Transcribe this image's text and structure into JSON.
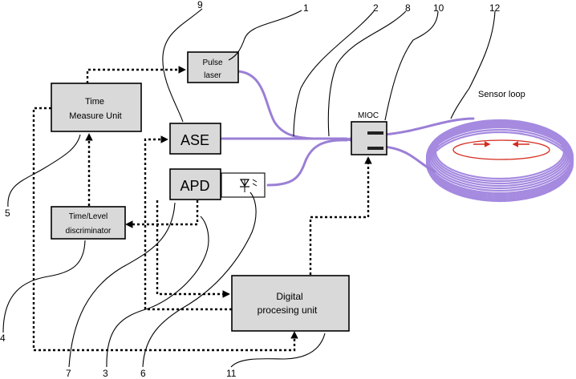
{
  "blocks": {
    "pulse_laser": {
      "line1": "Pulse",
      "line2": "laser"
    },
    "time_measure": {
      "line1": "Time",
      "line2": "Measure Unit"
    },
    "ase": {
      "label": "ASE"
    },
    "apd": {
      "label": "APD"
    },
    "discriminator": {
      "line1": "Time/Level",
      "line2": "discriminator"
    },
    "dpu": {
      "line1": "Digital",
      "line2": "procesing unit"
    },
    "mioc": {
      "label": "MIOC"
    },
    "sensor_loop": {
      "label": "Sensor loop"
    }
  },
  "callouts": [
    "1",
    "2",
    "3",
    "4",
    "5",
    "6",
    "7",
    "8",
    "9",
    "10",
    "11",
    "12"
  ],
  "colors": {
    "fiber": "#9b7fd6",
    "coil": "#a58ae0",
    "box_fill": "#d9d9d9",
    "arrow_red": "#d42b1f"
  }
}
